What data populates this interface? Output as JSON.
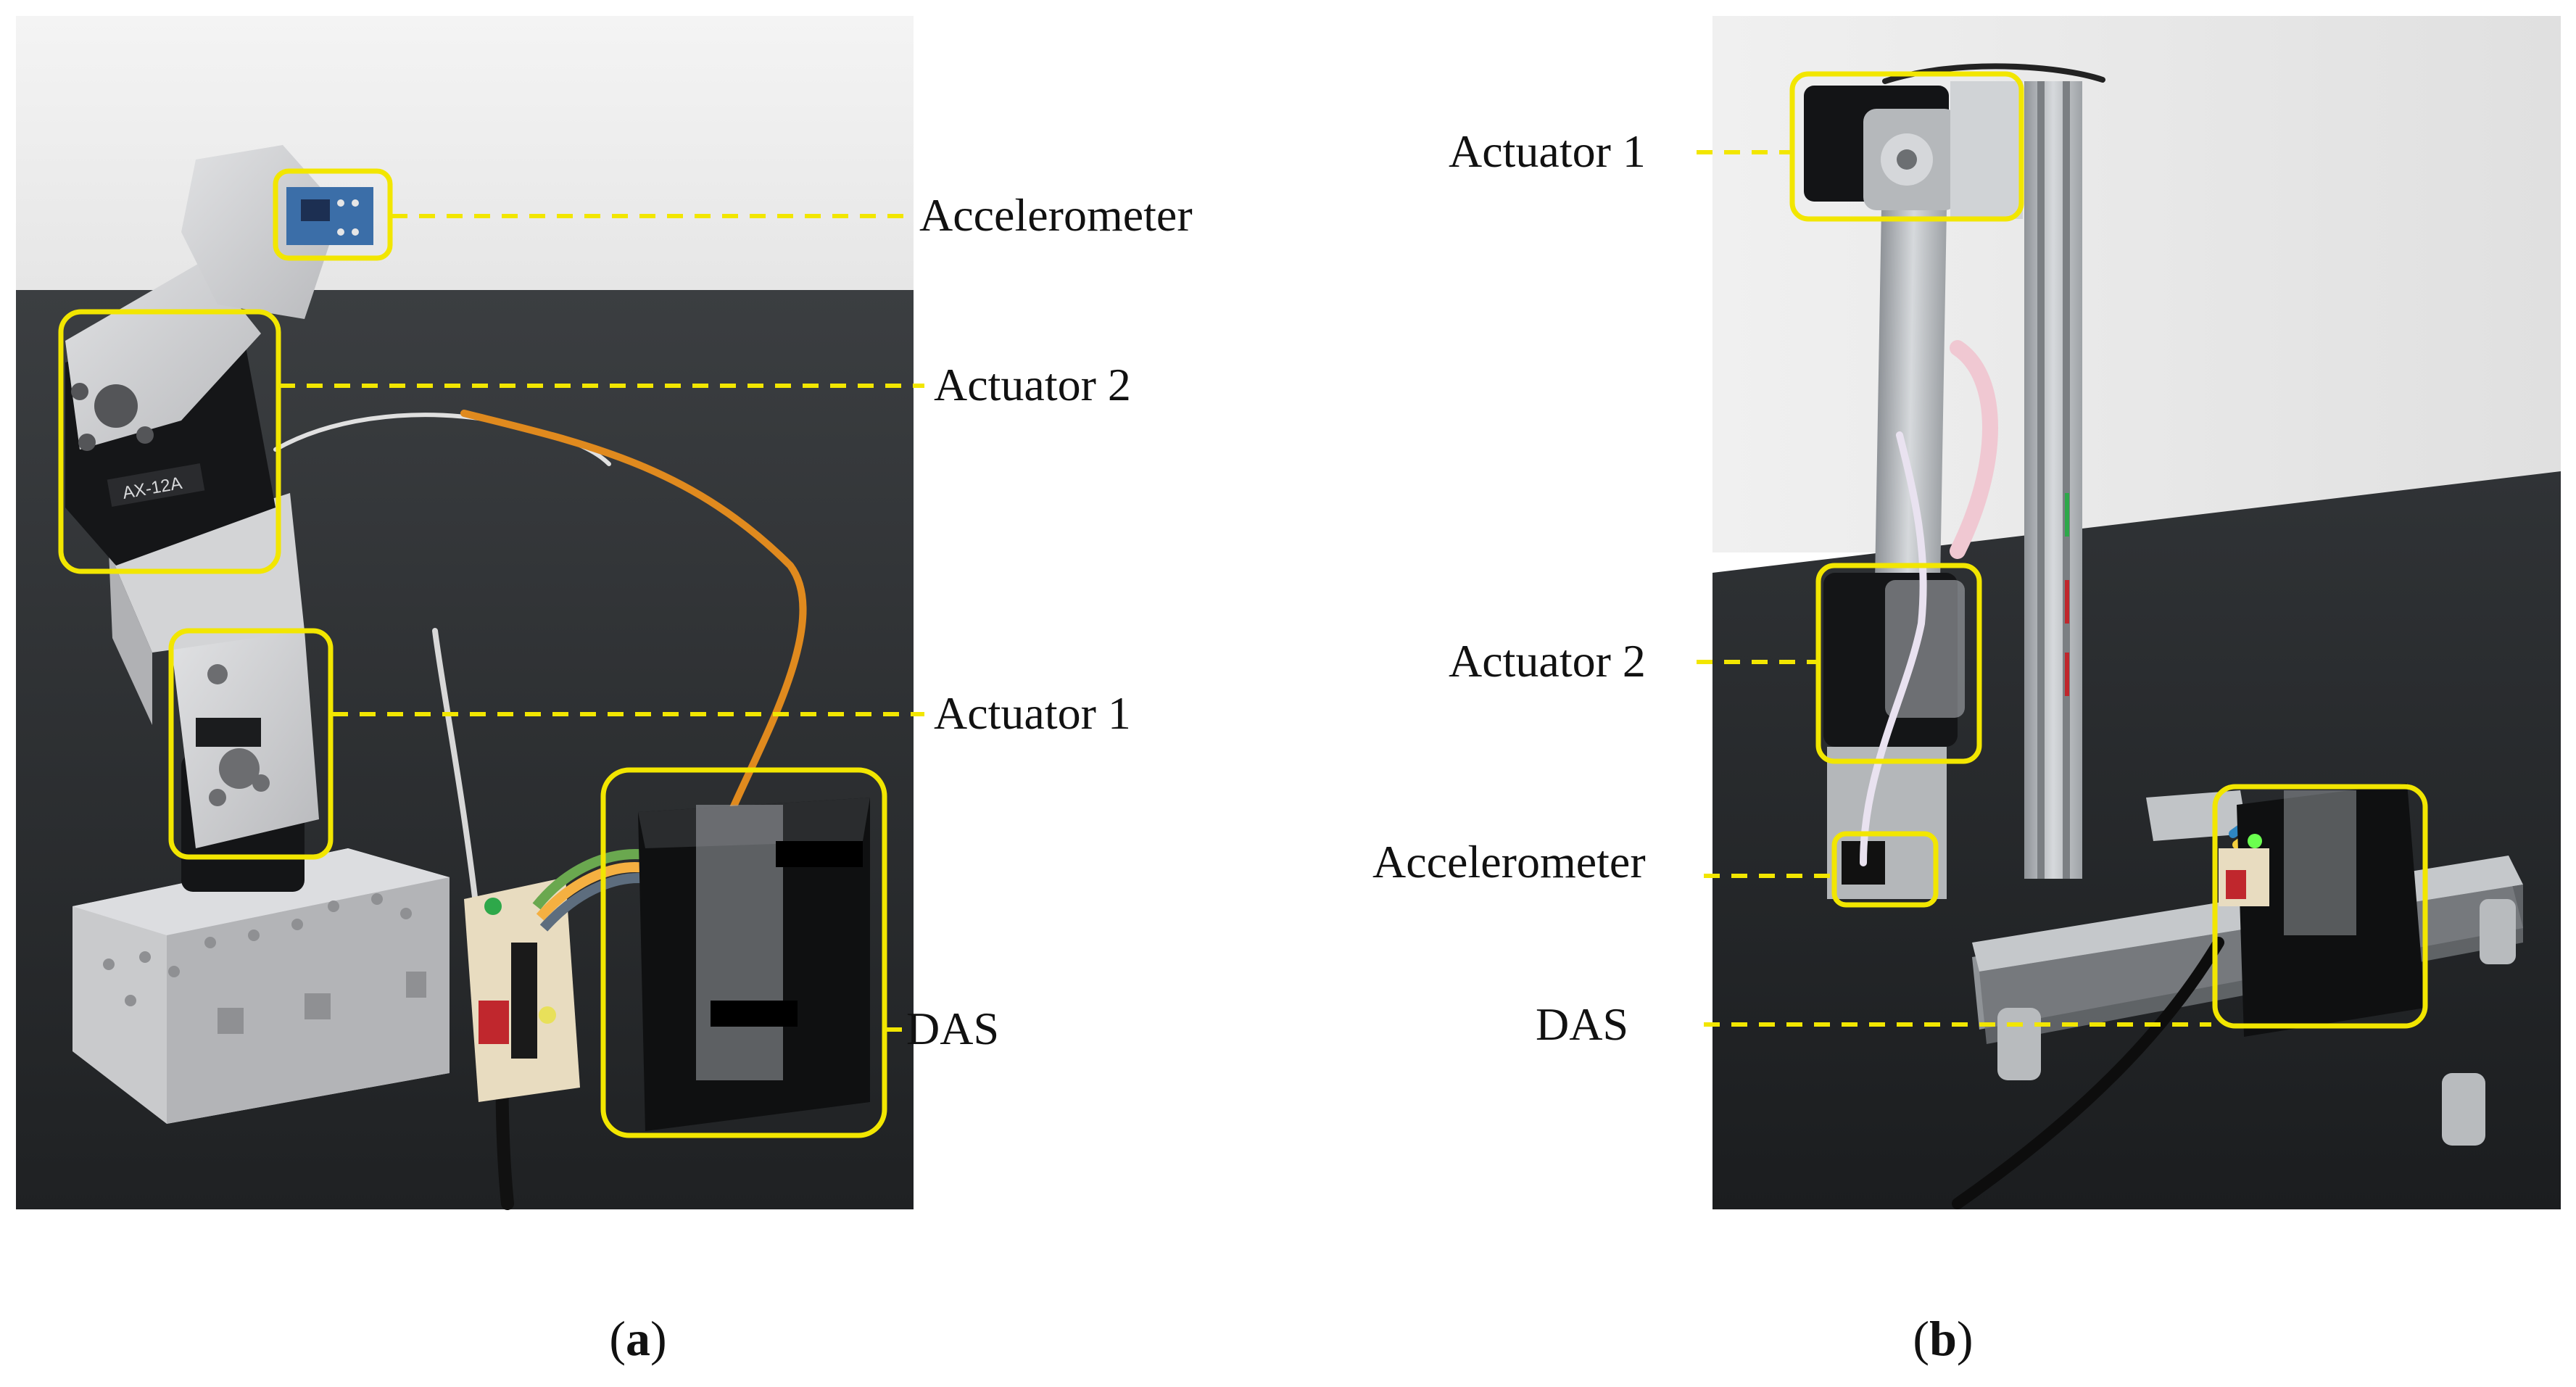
{
  "colors": {
    "highlight": "#f2e600",
    "background_wall": "#efefef",
    "table_top": "#2f3234",
    "actuator_black": "#111214",
    "bracket_gray": "#cfd0d2",
    "aluminum": "#b8bcc0",
    "cable_orange": "#e08a1e"
  },
  "panels": {
    "a": {
      "caption_open": "(",
      "caption_letter": "a",
      "caption_close": ")",
      "labels": {
        "accelerometer": "Accelerometer",
        "actuator2": "Actuator 2",
        "actuator1": "Actuator 1",
        "das": "DAS"
      },
      "device_text": "AX-12A"
    },
    "b": {
      "caption_open": "(",
      "caption_letter": "b",
      "caption_close": ")",
      "labels": {
        "actuator1": "Actuator 1",
        "actuator2": "Actuator 2",
        "accelerometer": "Accelerometer",
        "das": "DAS"
      }
    }
  }
}
